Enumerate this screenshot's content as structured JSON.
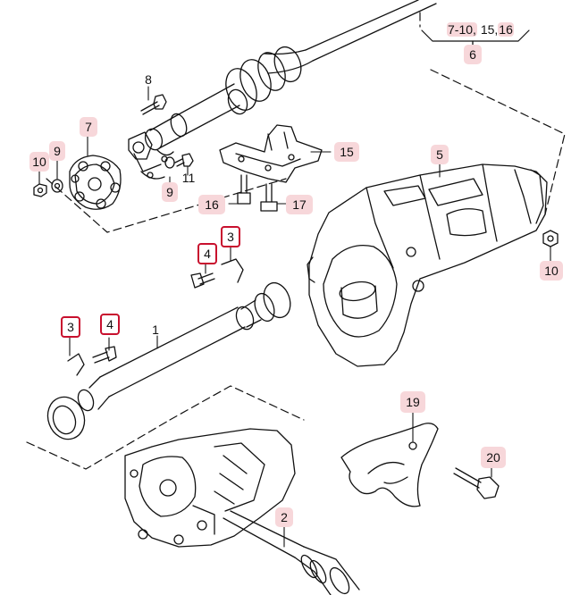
{
  "diagram": {
    "callouts": {
      "c1": "1",
      "c2": "2",
      "c3a": "3",
      "c3b": "3",
      "c4a": "4",
      "c4b": "4",
      "c5": "5",
      "c6": "6",
      "c7": "7",
      "c8": "8",
      "c9a": "9",
      "c9b": "9",
      "c10a": "10",
      "c10b": "10",
      "c11": "11",
      "c15": "15",
      "c16": "16",
      "c17": "17",
      "c19": "19",
      "c20": "20"
    },
    "group_label": {
      "a": "7-10,",
      "b": "15,",
      "c": "16"
    }
  },
  "colors": {
    "line": "#111111",
    "highlight": "#f7d7da",
    "outline": "#c8102e"
  }
}
